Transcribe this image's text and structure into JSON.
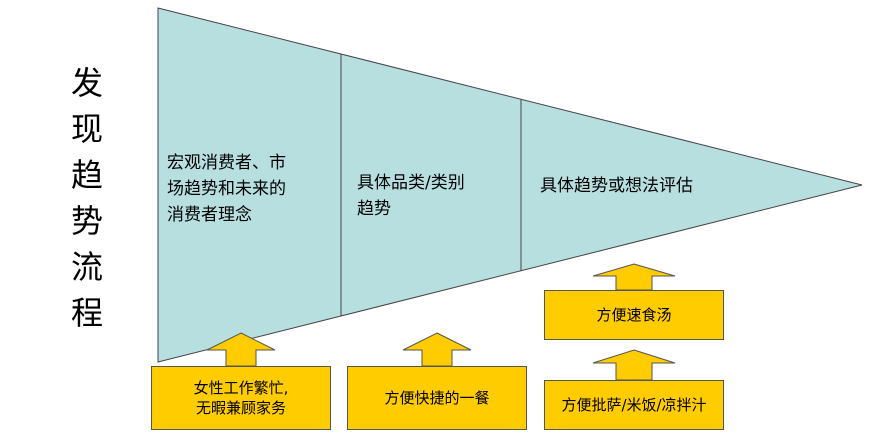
{
  "title": [
    "发",
    "现",
    "趋",
    "势",
    "流",
    "程"
  ],
  "stages": [
    {
      "label_lines": [
        "宏观消费者、市",
        "场趋势和未来的",
        "消费者理念"
      ]
    },
    {
      "label_lines": [
        "具体品类/类别",
        "趋势"
      ]
    },
    {
      "label_lines": [
        "具体趋势或想法评估"
      ]
    }
  ],
  "inputs": [
    {
      "lines": [
        "女性工作繁忙,",
        "无暇兼顾家务"
      ]
    },
    {
      "lines": [
        "方便快捷的一餐"
      ]
    },
    {
      "lines": [
        "方便速食汤"
      ]
    },
    {
      "lines": [
        "方便批萨/米饭/凉拌汁"
      ]
    }
  ],
  "colors": {
    "funnel_fill": "#b7dfe0",
    "box_fill": "#ffcc00",
    "arrow_fill": "#ffcc00",
    "stroke": "#444444"
  }
}
